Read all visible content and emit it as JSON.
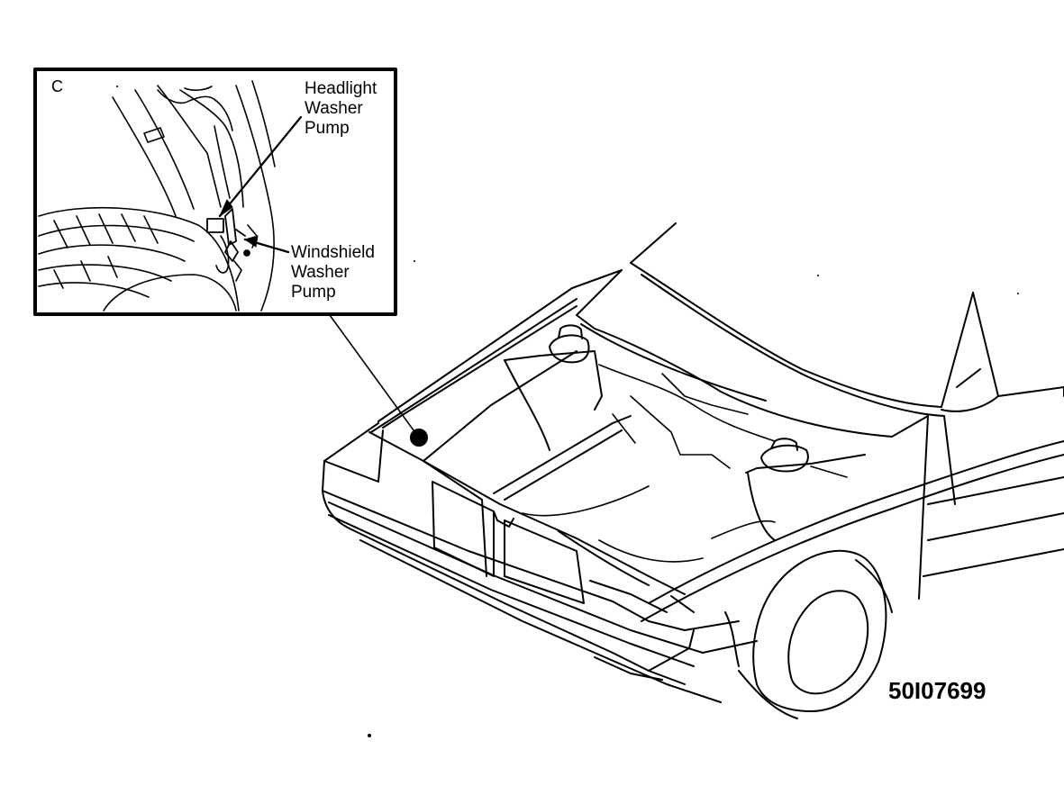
{
  "diagram": {
    "inset": {
      "letter": "C",
      "callouts": [
        {
          "id": "headlight",
          "lines": [
            "Headlight",
            "Washer",
            "Pump"
          ]
        },
        {
          "id": "windshield",
          "lines": [
            "Windshield",
            "Washer",
            "Pump"
          ]
        }
      ]
    },
    "figure_code": "50I07699",
    "colors": {
      "ink": "#000000",
      "paper": "#ffffff"
    }
  }
}
